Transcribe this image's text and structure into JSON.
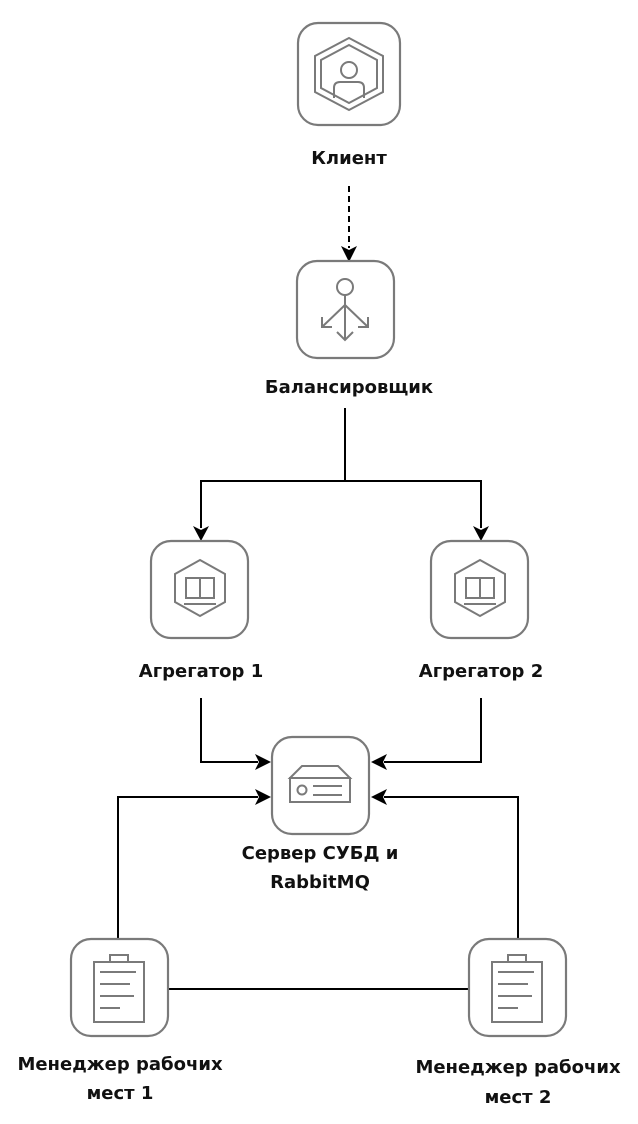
{
  "diagram": {
    "nodes": {
      "client": {
        "label": "Клиент",
        "icon": "user-hexagon-icon"
      },
      "balancer": {
        "label": "Балансировщик",
        "icon": "load-balancer-icon"
      },
      "aggregator1": {
        "label": "Агрегатор 1",
        "icon": "aggregator-hexagon-icon"
      },
      "aggregator2": {
        "label": "Агрегатор 2",
        "icon": "aggregator-hexagon-icon"
      },
      "server": {
        "label_line1": "Сервер СУБД и",
        "label_line2": "RabbitMQ",
        "icon": "server-icon"
      },
      "manager1": {
        "label_line1": "Менеджер рабочих",
        "label_line2": "мест 1",
        "icon": "clipboard-icon"
      },
      "manager2": {
        "label_line1": "Менеджер рабочих",
        "label_line2": "мест 2",
        "icon": "clipboard-icon"
      }
    },
    "edges": [
      {
        "from": "client",
        "to": "balancer",
        "style": "dashed",
        "arrow": true
      },
      {
        "from": "balancer",
        "to": "aggregator1",
        "style": "solid",
        "arrow": true
      },
      {
        "from": "balancer",
        "to": "aggregator2",
        "style": "solid",
        "arrow": true
      },
      {
        "from": "aggregator1",
        "to": "server",
        "style": "solid",
        "arrow": true
      },
      {
        "from": "aggregator2",
        "to": "server",
        "style": "solid",
        "arrow": true
      },
      {
        "from": "manager1",
        "to": "server",
        "style": "solid",
        "arrow": true
      },
      {
        "from": "manager2",
        "to": "server",
        "style": "solid",
        "arrow": true
      },
      {
        "from": "manager1",
        "to": "manager2",
        "style": "solid",
        "arrow": false
      }
    ]
  }
}
